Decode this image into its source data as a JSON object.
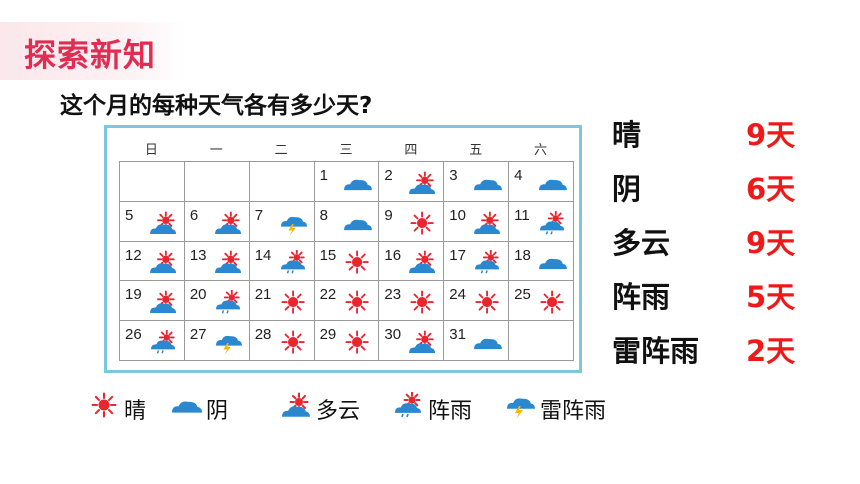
{
  "header": {
    "section_title": "探索新知",
    "question": "这个月的每种天气各有多少天?"
  },
  "calendar": {
    "weekdays": [
      "日",
      "一",
      "二",
      "三",
      "四",
      "五",
      "六"
    ],
    "cells": [
      {
        "day": "",
        "weather": ""
      },
      {
        "day": "",
        "weather": ""
      },
      {
        "day": "",
        "weather": ""
      },
      {
        "day": "1",
        "weather": "overcast"
      },
      {
        "day": "2",
        "weather": "cloudy"
      },
      {
        "day": "3",
        "weather": "overcast"
      },
      {
        "day": "4",
        "weather": "overcast"
      },
      {
        "day": "5",
        "weather": "cloudy"
      },
      {
        "day": "6",
        "weather": "cloudy"
      },
      {
        "day": "7",
        "weather": "thunder"
      },
      {
        "day": "8",
        "weather": "overcast"
      },
      {
        "day": "9",
        "weather": "sunny"
      },
      {
        "day": "10",
        "weather": "cloudy"
      },
      {
        "day": "11",
        "weather": "shower"
      },
      {
        "day": "12",
        "weather": "cloudy"
      },
      {
        "day": "13",
        "weather": "cloudy"
      },
      {
        "day": "14",
        "weather": "shower"
      },
      {
        "day": "15",
        "weather": "sunny"
      },
      {
        "day": "16",
        "weather": "cloudy"
      },
      {
        "day": "17",
        "weather": "shower"
      },
      {
        "day": "18",
        "weather": "overcast"
      },
      {
        "day": "19",
        "weather": "cloudy"
      },
      {
        "day": "20",
        "weather": "shower"
      },
      {
        "day": "21",
        "weather": "sunny"
      },
      {
        "day": "22",
        "weather": "sunny"
      },
      {
        "day": "23",
        "weather": "sunny"
      },
      {
        "day": "24",
        "weather": "sunny"
      },
      {
        "day": "25",
        "weather": "sunny"
      },
      {
        "day": "26",
        "weather": "shower"
      },
      {
        "day": "27",
        "weather": "thunder"
      },
      {
        "day": "28",
        "weather": "sunny"
      },
      {
        "day": "29",
        "weather": "sunny"
      },
      {
        "day": "30",
        "weather": "cloudy"
      },
      {
        "day": "31",
        "weather": "overcast"
      },
      {
        "day": "",
        "weather": ""
      }
    ]
  },
  "summary": [
    {
      "label": "晴",
      "value": "9天"
    },
    {
      "label": "阴",
      "value": "6天"
    },
    {
      "label": "多云",
      "value": "9天"
    },
    {
      "label": "阵雨",
      "value": "5天"
    },
    {
      "label": "雷阵雨",
      "value": "2天"
    }
  ],
  "legend": [
    {
      "weather": "sunny",
      "label": "晴"
    },
    {
      "weather": "overcast",
      "label": "阴"
    },
    {
      "weather": "cloudy",
      "label": "多云"
    },
    {
      "weather": "shower",
      "label": "阵雨"
    },
    {
      "weather": "thunder",
      "label": "雷阵雨"
    }
  ],
  "icon_names": {
    "sunny": "sun-icon",
    "overcast": "cloud-icon",
    "cloudy": "sun-cloud-icon",
    "shower": "shower-icon",
    "thunder": "thunderstorm-icon"
  },
  "colors": {
    "title": "#e02e52",
    "count": "#ee1a1a",
    "frame": "#7cc7de",
    "sun": "#e8262f",
    "cloud": "#2a88d0"
  }
}
